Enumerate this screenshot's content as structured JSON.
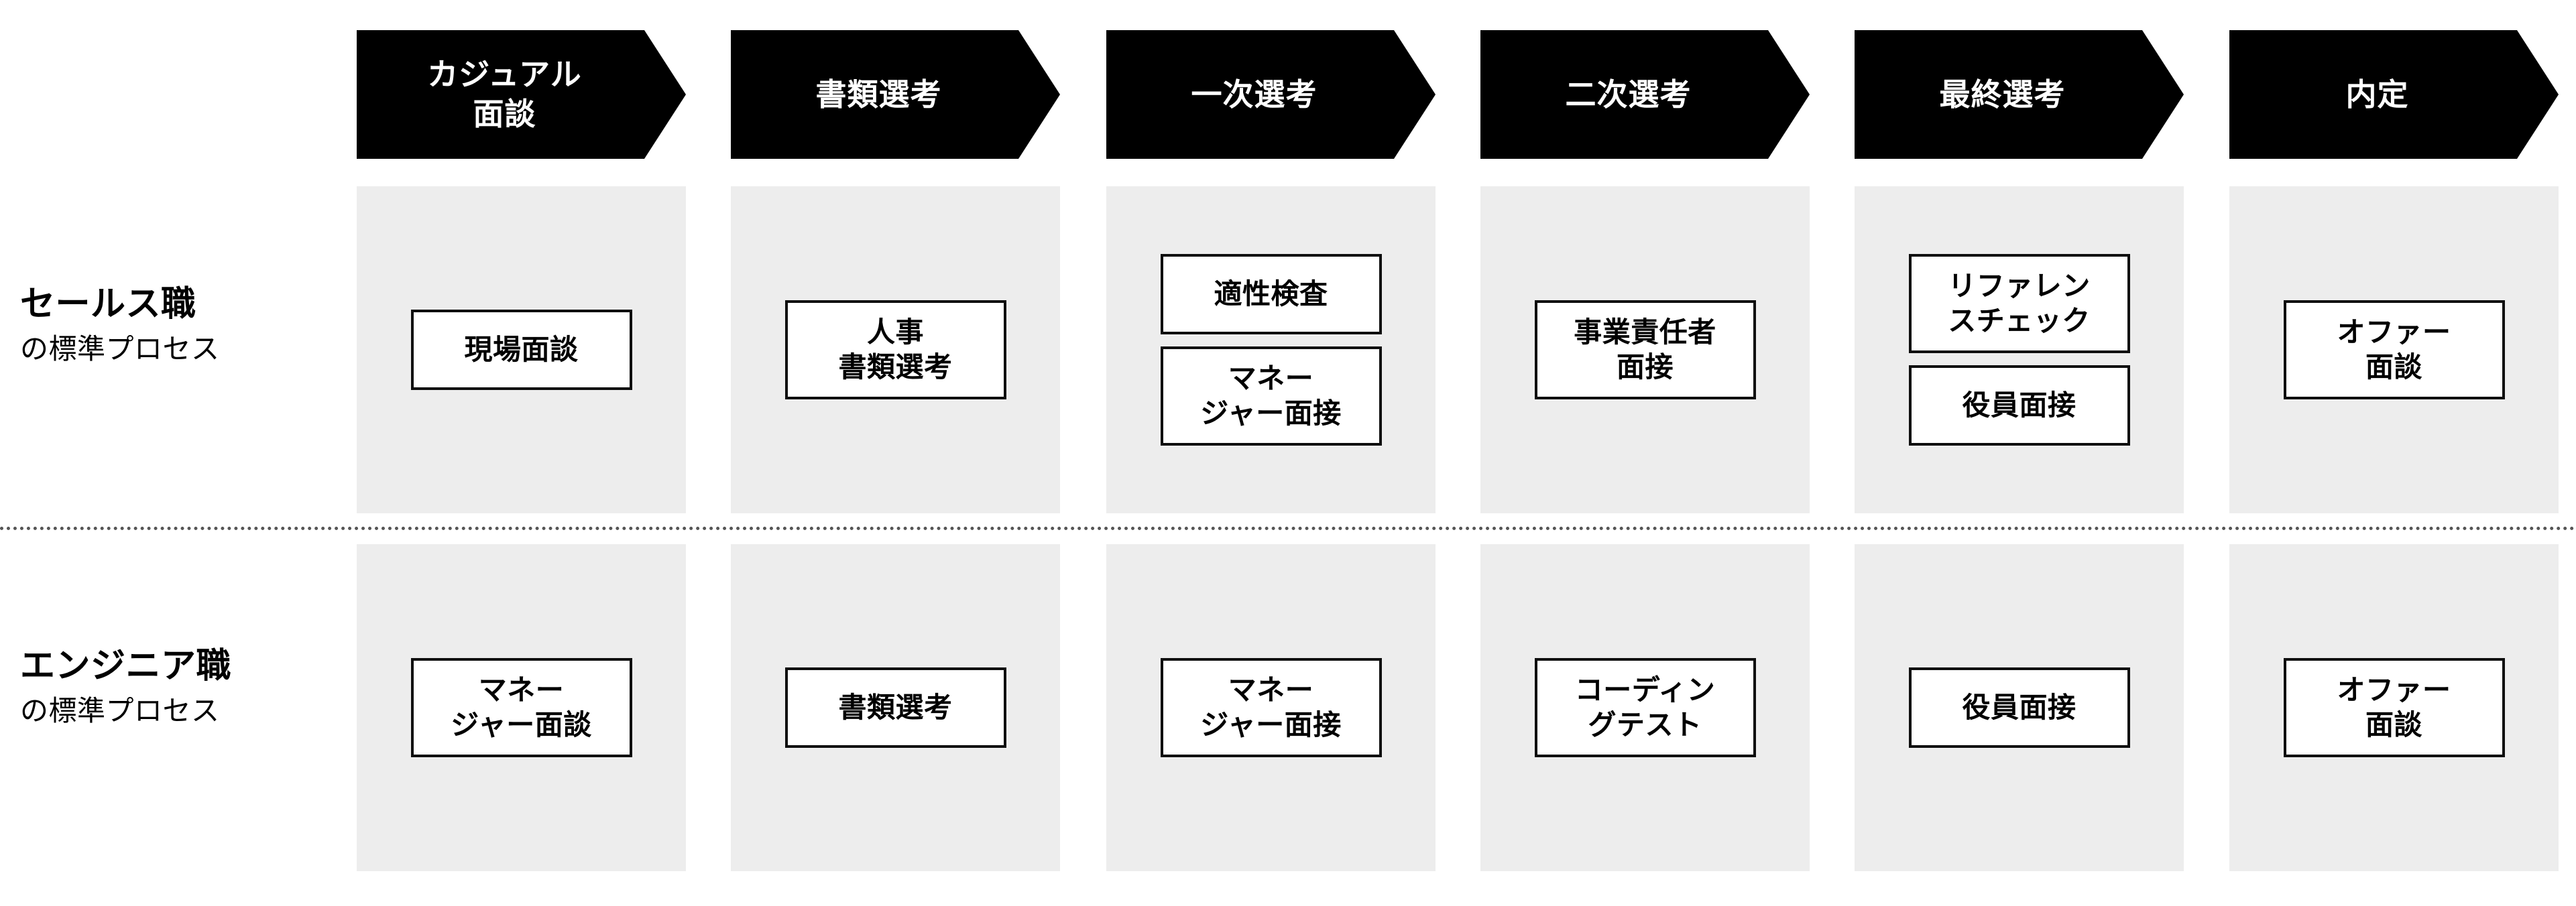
{
  "diagram": {
    "title_colors": {
      "header_bg": "#000000",
      "header_text": "#ffffff",
      "cell_bg": "#ededed",
      "box_bg": "#ffffff",
      "box_border": "#0d0d0d",
      "divider": "#555555"
    },
    "stages": [
      {
        "label": "カジュアル\n面談"
      },
      {
        "label": "書類選考"
      },
      {
        "label": "一次選考"
      },
      {
        "label": "二次選考"
      },
      {
        "label": "最終選考"
      },
      {
        "label": "内定"
      }
    ],
    "rows": [
      {
        "label_main": "セールス職",
        "label_sub": "の標準プロセス",
        "cells": [
          {
            "boxes": [
              {
                "text": "現場面談"
              }
            ]
          },
          {
            "boxes": [
              {
                "text": "人事\n書類選考"
              }
            ]
          },
          {
            "boxes": [
              {
                "text": "適性検査"
              },
              {
                "text": "マネー\nジャー面接"
              }
            ]
          },
          {
            "boxes": [
              {
                "text": "事業責任者\n面接"
              }
            ]
          },
          {
            "boxes": [
              {
                "text": "リファレン\nスチェック"
              },
              {
                "text": "役員面接"
              }
            ]
          },
          {
            "boxes": [
              {
                "text": "オファー\n面談"
              }
            ]
          }
        ]
      },
      {
        "label_main": "エンジニア職",
        "label_sub": "の標準プロセス",
        "cells": [
          {
            "boxes": [
              {
                "text": "マネー\nジャー面談"
              }
            ]
          },
          {
            "boxes": [
              {
                "text": "書類選考"
              }
            ]
          },
          {
            "boxes": [
              {
                "text": "マネー\nジャー面接"
              }
            ]
          },
          {
            "boxes": [
              {
                "text": "コーディン\nグテスト"
              }
            ]
          },
          {
            "boxes": [
              {
                "text": "役員面接"
              }
            ]
          },
          {
            "boxes": [
              {
                "text": "オファー\n面談"
              }
            ]
          }
        ]
      }
    ]
  }
}
